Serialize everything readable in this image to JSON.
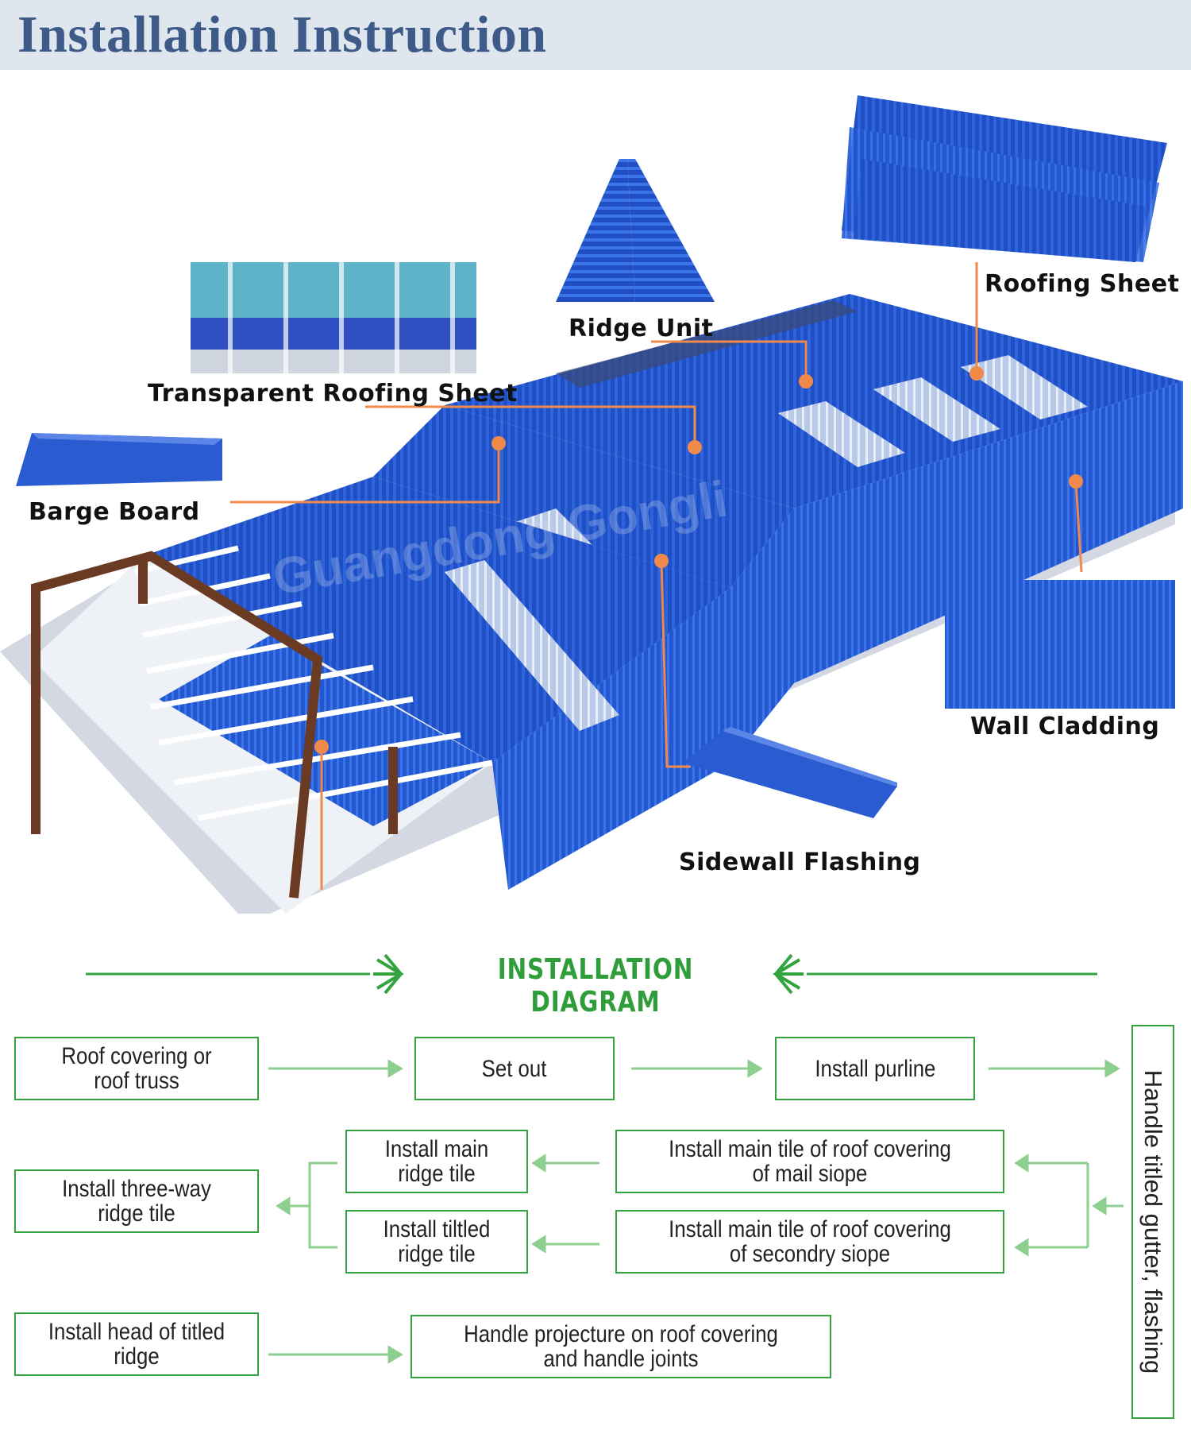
{
  "header": {
    "title": "Installation Instruction"
  },
  "watermark": "Guangdong Gongli",
  "labels": {
    "roofing_sheet": "Roofing Sheet",
    "ridge_unit": "Ridge Unit",
    "transparent_sheet": "Transparent Roofing Sheet",
    "barge_board": "Barge Board",
    "wall_cladding": "Wall Cladding",
    "sidewall_flashing": "Sidewall Flashing"
  },
  "diagram": {
    "title": "INSTALLATION DIAGRAM",
    "steps": {
      "roof_truss": "Roof covering or roof truss",
      "set_out": "Set out",
      "install_purline": "Install purline",
      "handle_gutter": "Handle titled gutter, flashing",
      "main_tile_main": "Install main tile of roof covering of mail siope",
      "main_tile_secondary": "Install main tile of roof covering of secondry siope",
      "main_ridge": "Install main ridge tile",
      "tilted_ridge": "Install tiltled ridge tile",
      "three_way": "Install three-way ridge tile",
      "head_titled": "Install head of titled ridge",
      "projecture": "Handle projecture on roof covering and handle joints"
    }
  },
  "colors": {
    "brand_blue": "#3e5a88",
    "roof_blue": "#1f4fc2",
    "callout_orange": "#f08a4b",
    "flow_green": "#33a33f",
    "truss_brown": "#6b3a22"
  }
}
